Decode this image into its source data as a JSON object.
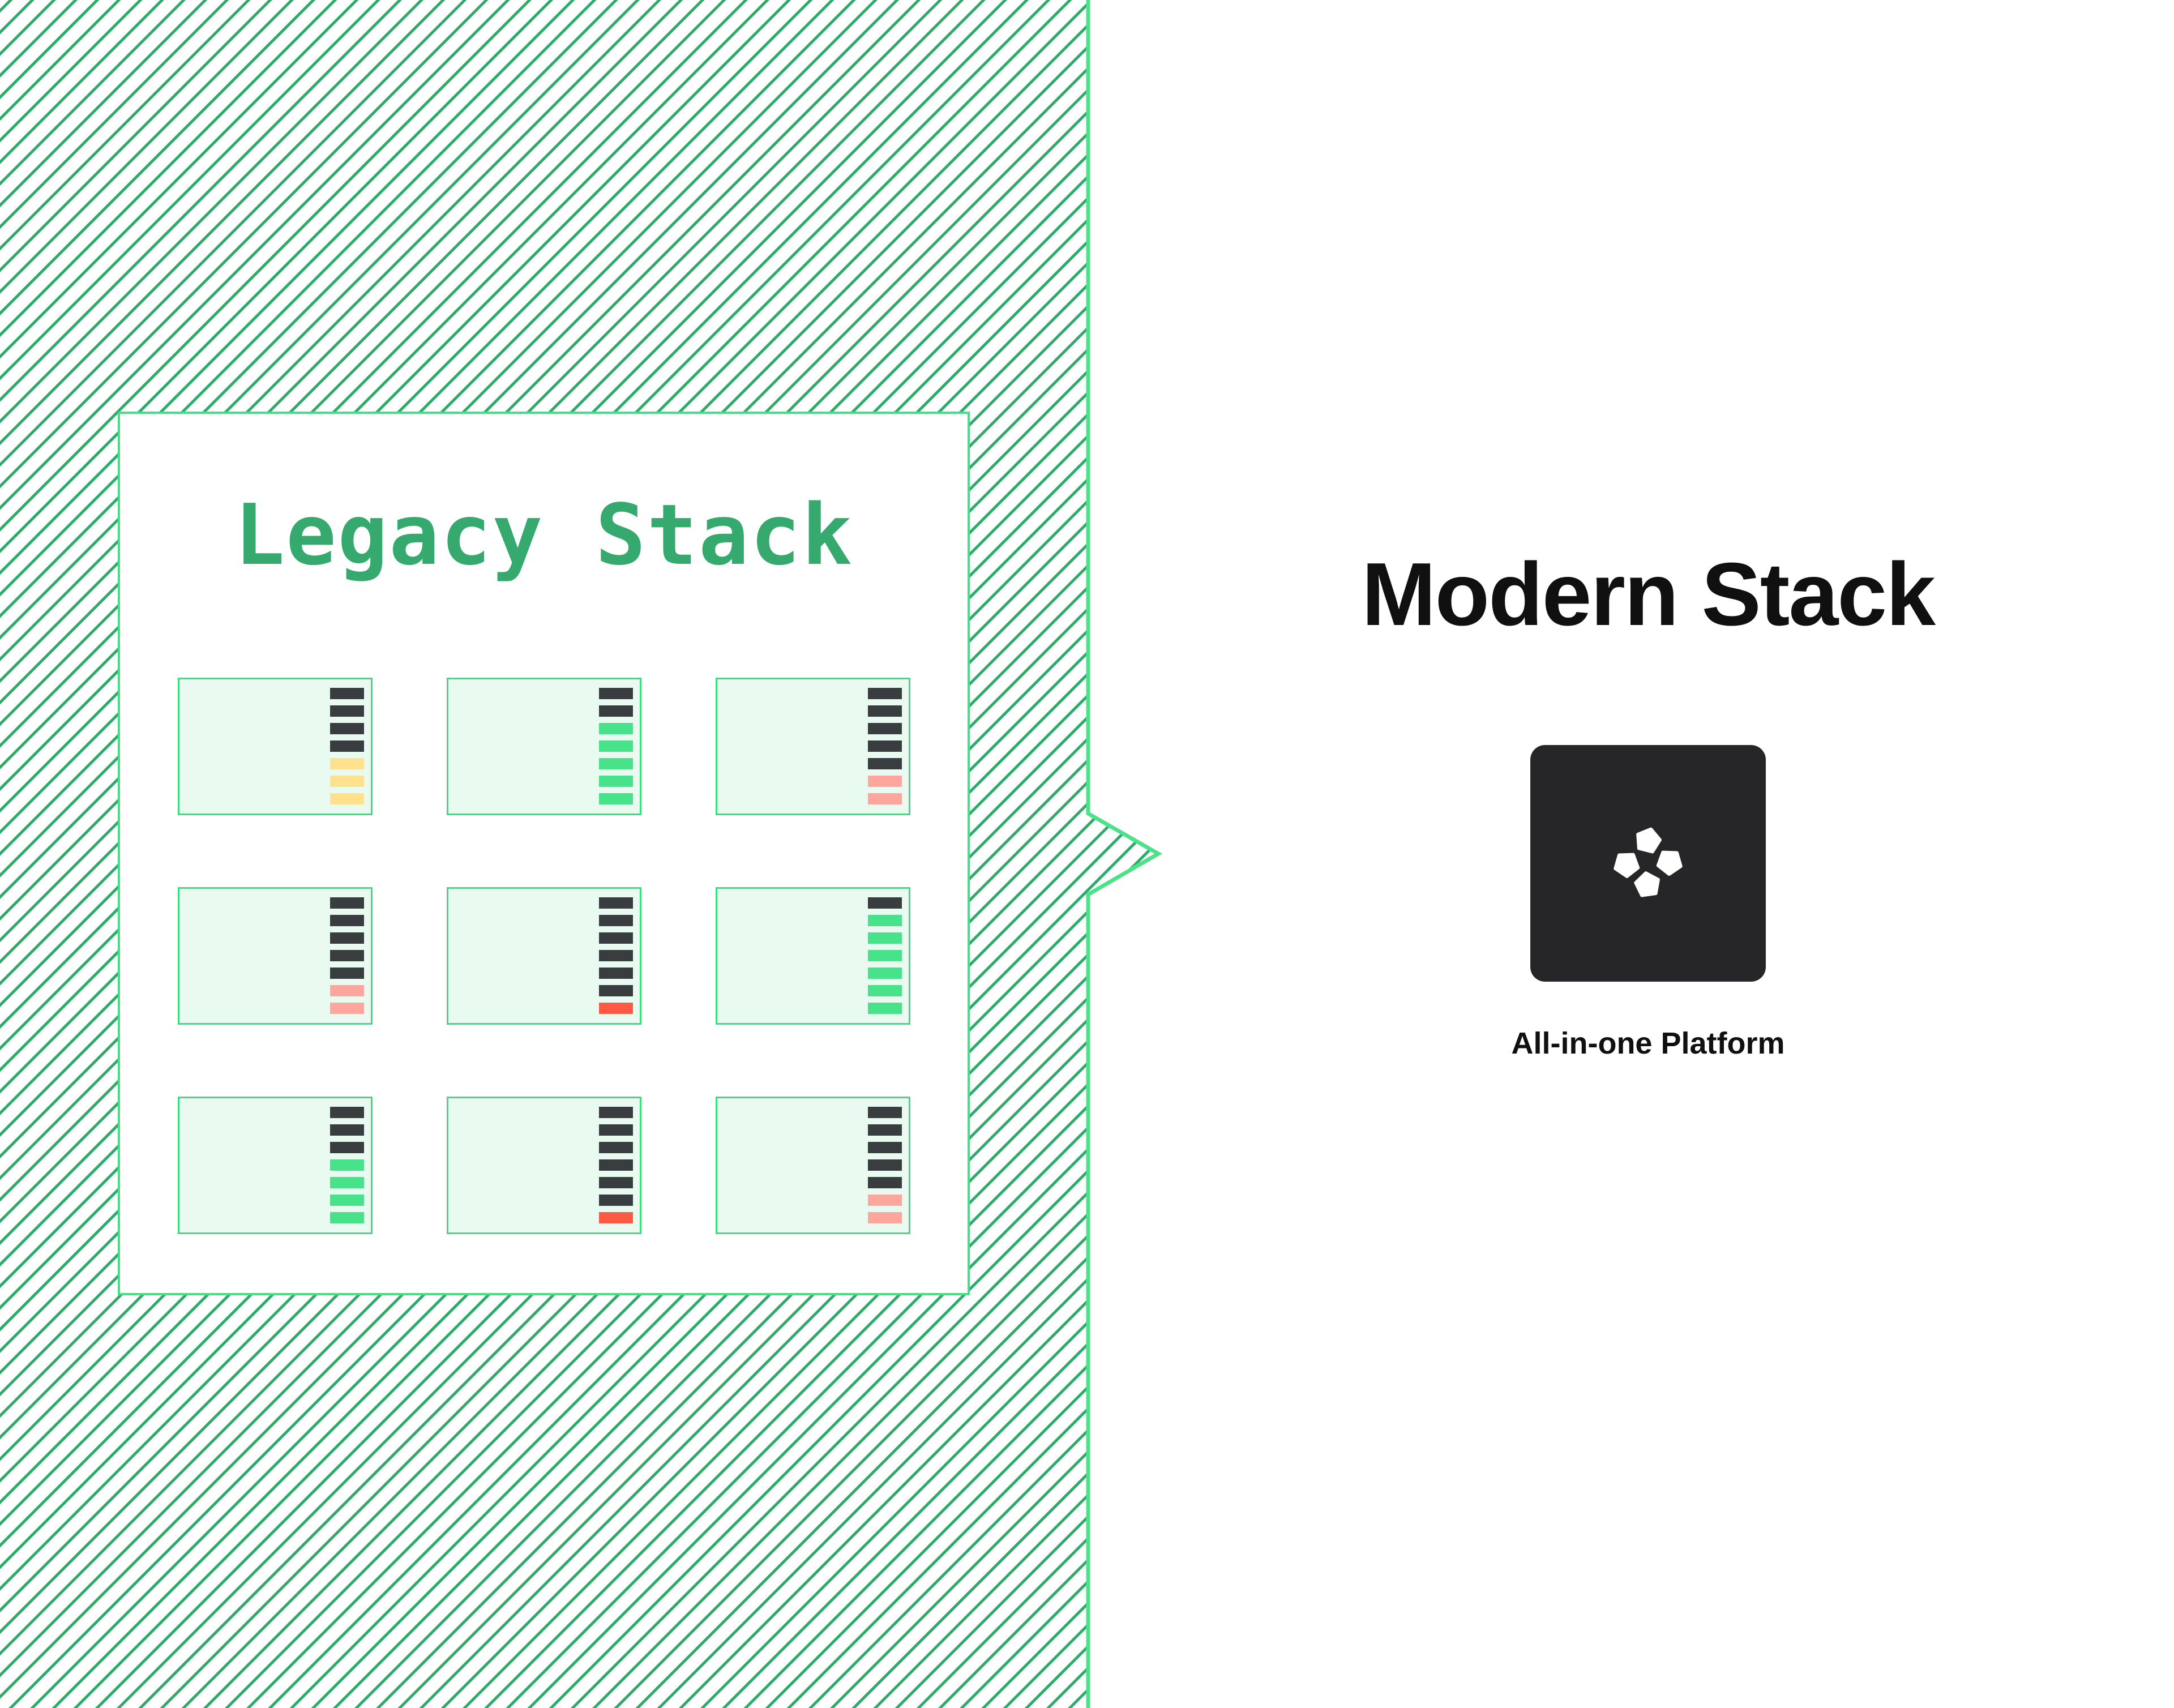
{
  "colors": {
    "hatch-line": "#2faa6b",
    "panel-outline": "#4ce28a",
    "card-bg": "#ffffff",
    "card-border": "#45df85",
    "mini-bg": "#e9faf0",
    "mini-border": "#3fdd82",
    "legacy-title": "#36aa6e",
    "text-dark": "#101010",
    "icon-bg": "#262628",
    "icon-glyph": "#ffffff"
  },
  "legacy": {
    "title": "Legacy Stack",
    "bar_colors": {
      "dark": "#3a3d40",
      "green": "#47e289",
      "yellow": "#ffe18e",
      "salmon": "#fca69d",
      "red": "#fc5a45"
    },
    "cards": [
      {
        "bars": [
          "dark",
          "dark",
          "dark",
          "dark",
          "yellow",
          "yellow",
          "yellow"
        ]
      },
      {
        "bars": [
          "dark",
          "dark",
          "green",
          "green",
          "green",
          "green",
          "green"
        ]
      },
      {
        "bars": [
          "dark",
          "dark",
          "dark",
          "dark",
          "dark",
          "salmon",
          "salmon"
        ]
      },
      {
        "bars": [
          "dark",
          "dark",
          "dark",
          "dark",
          "dark",
          "salmon",
          "salmon"
        ]
      },
      {
        "bars": [
          "dark",
          "dark",
          "dark",
          "dark",
          "dark",
          "dark",
          "red"
        ]
      },
      {
        "bars": [
          "dark",
          "green",
          "green",
          "green",
          "green",
          "green",
          "green"
        ]
      },
      {
        "bars": [
          "dark",
          "dark",
          "dark",
          "green",
          "green",
          "green",
          "green"
        ]
      },
      {
        "bars": [
          "dark",
          "dark",
          "dark",
          "dark",
          "dark",
          "dark",
          "red"
        ]
      },
      {
        "bars": [
          "dark",
          "dark",
          "dark",
          "dark",
          "dark",
          "salmon",
          "salmon"
        ]
      }
    ]
  },
  "modern": {
    "title": "Modern Stack",
    "icon": "four-pentagons-icon",
    "icon_label": "All-in-one Platform"
  }
}
